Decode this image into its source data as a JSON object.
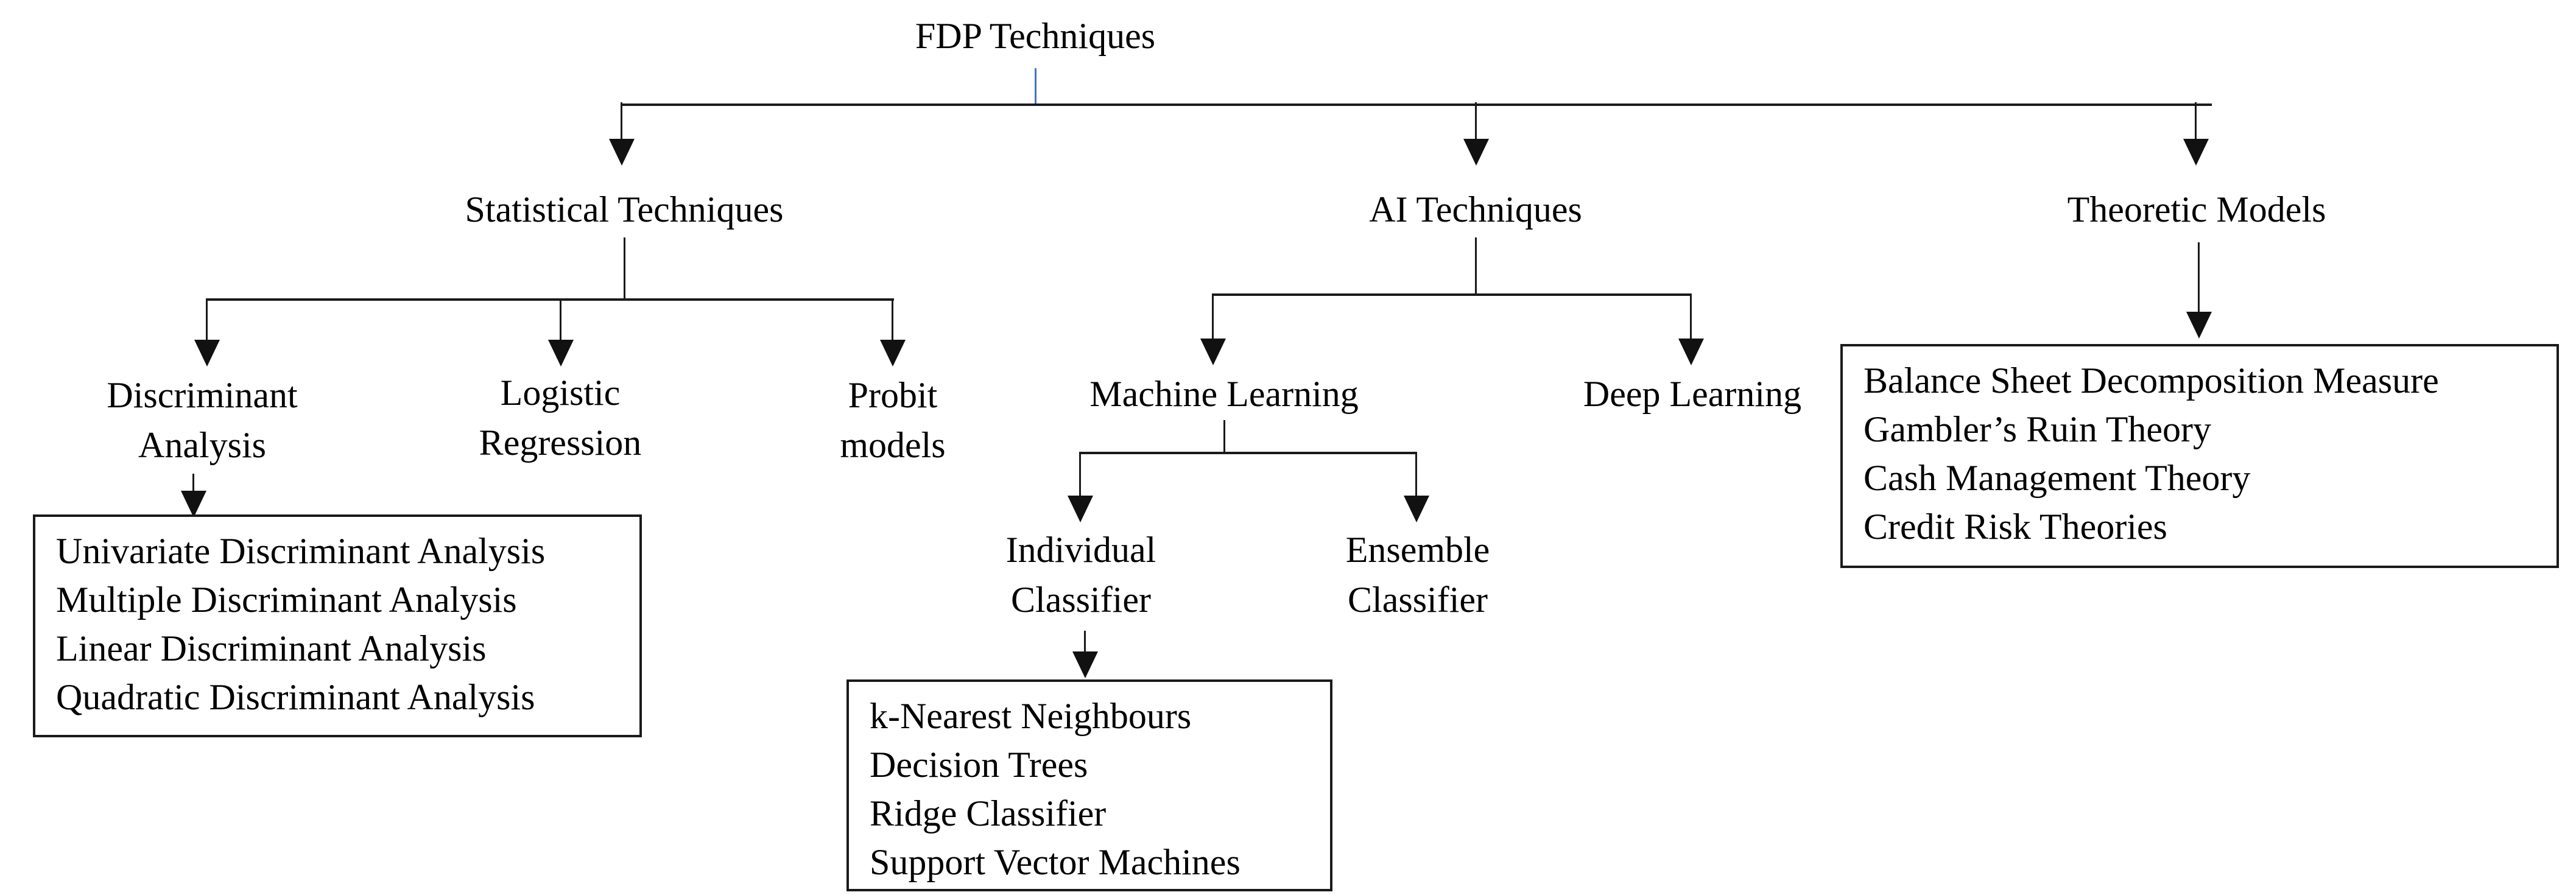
{
  "title": "FDP Techniques",
  "colors": {
    "background": "#ffffff",
    "text": "#000000",
    "connector_line": "#1a1a1a",
    "title_stub_blue": "#4472c4"
  },
  "branches": {
    "statistical": {
      "label": "Statistical Techniques",
      "children": {
        "discriminant": {
          "line1": "Discriminant",
          "line2": "Analysis",
          "box_items": [
            "Univariate Discriminant Analysis",
            "Multiple Discriminant Analysis",
            "Linear Discriminant Analysis",
            "Quadratic Discriminant Analysis"
          ]
        },
        "logistic": {
          "line1": "Logistic",
          "line2": "Regression"
        },
        "probit": {
          "line1": "Probit",
          "line2": "models"
        }
      }
    },
    "ai": {
      "label": "AI Techniques",
      "children": {
        "machine_learning": {
          "label": "Machine Learning",
          "children": {
            "individual": {
              "line1": "Individual",
              "line2": "Classifier",
              "box_items": [
                "k-Nearest Neighbours",
                "Decision Trees",
                "Ridge Classifier",
                "Support Vector Machines"
              ]
            },
            "ensemble": {
              "line1": "Ensemble",
              "line2": "Classifier"
            }
          }
        },
        "deep_learning": {
          "label": "Deep Learning"
        }
      }
    },
    "theoretic": {
      "label": "Theoretic Models",
      "box_items": [
        "Balance Sheet Decomposition Measure",
        "Gambler’s Ruin Theory",
        "Cash Management Theory",
        "Credit Risk Theories"
      ]
    }
  }
}
